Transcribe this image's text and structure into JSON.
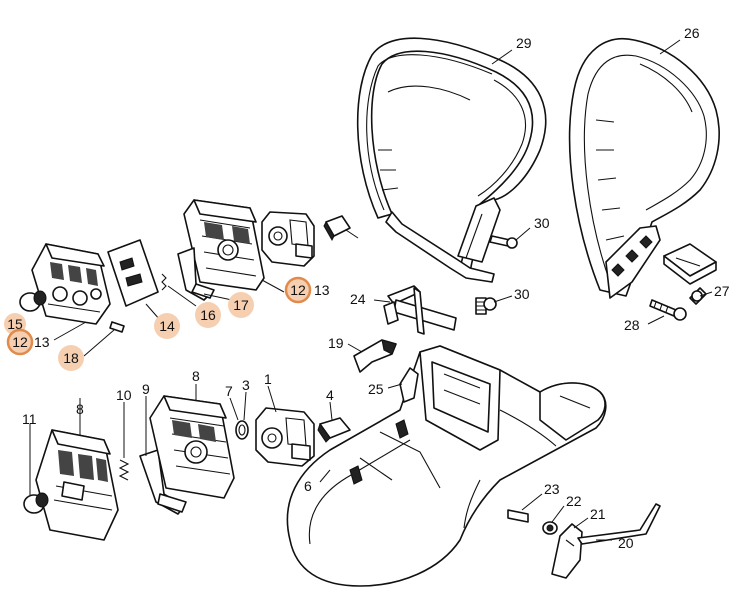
{
  "callouts": [
    {
      "id": "c29",
      "text": "29",
      "style": "plain"
    },
    {
      "id": "c26",
      "text": "26",
      "style": "plain"
    },
    {
      "id": "c30a",
      "text": "30",
      "style": "plain"
    },
    {
      "id": "c30b",
      "text": "30",
      "style": "plain"
    },
    {
      "id": "c27",
      "text": "27",
      "style": "plain"
    },
    {
      "id": "c28",
      "text": "28",
      "style": "plain"
    },
    {
      "id": "c24",
      "text": "24",
      "style": "plain"
    },
    {
      "id": "c19",
      "text": "19",
      "style": "plain"
    },
    {
      "id": "c25",
      "text": "25",
      "style": "plain"
    },
    {
      "id": "c12a",
      "text": "12",
      "style": "ring"
    },
    {
      "id": "c13a",
      "text": "13",
      "style": "plain"
    },
    {
      "id": "c17",
      "text": "17",
      "style": "soft"
    },
    {
      "id": "c16",
      "text": "16",
      "style": "soft"
    },
    {
      "id": "c14",
      "text": "14",
      "style": "soft"
    },
    {
      "id": "c15",
      "text": "15",
      "style": "soft"
    },
    {
      "id": "c12b",
      "text": "12",
      "style": "ring"
    },
    {
      "id": "c13b",
      "text": "13",
      "style": "plain"
    },
    {
      "id": "c18",
      "text": "18",
      "style": "soft"
    },
    {
      "id": "c11",
      "text": "11",
      "style": "plain"
    },
    {
      "id": "c8a",
      "text": "8",
      "style": "plain"
    },
    {
      "id": "c10",
      "text": "10",
      "style": "plain"
    },
    {
      "id": "c9",
      "text": "9",
      "style": "plain"
    },
    {
      "id": "c8b",
      "text": "8",
      "style": "plain"
    },
    {
      "id": "c7",
      "text": "7",
      "style": "plain"
    },
    {
      "id": "c3",
      "text": "3",
      "style": "plain"
    },
    {
      "id": "c1",
      "text": "1",
      "style": "plain"
    },
    {
      "id": "c4",
      "text": "4",
      "style": "plain"
    },
    {
      "id": "c6",
      "text": "6",
      "style": "plain"
    },
    {
      "id": "c23",
      "text": "23",
      "style": "plain"
    },
    {
      "id": "c22",
      "text": "22",
      "style": "plain"
    },
    {
      "id": "c21",
      "text": "21",
      "style": "plain"
    },
    {
      "id": "c20",
      "text": "20",
      "style": "plain"
    }
  ],
  "colors": {
    "ring": "#e08a4c",
    "soft": "#f6cfb0",
    "line": "#111111"
  }
}
